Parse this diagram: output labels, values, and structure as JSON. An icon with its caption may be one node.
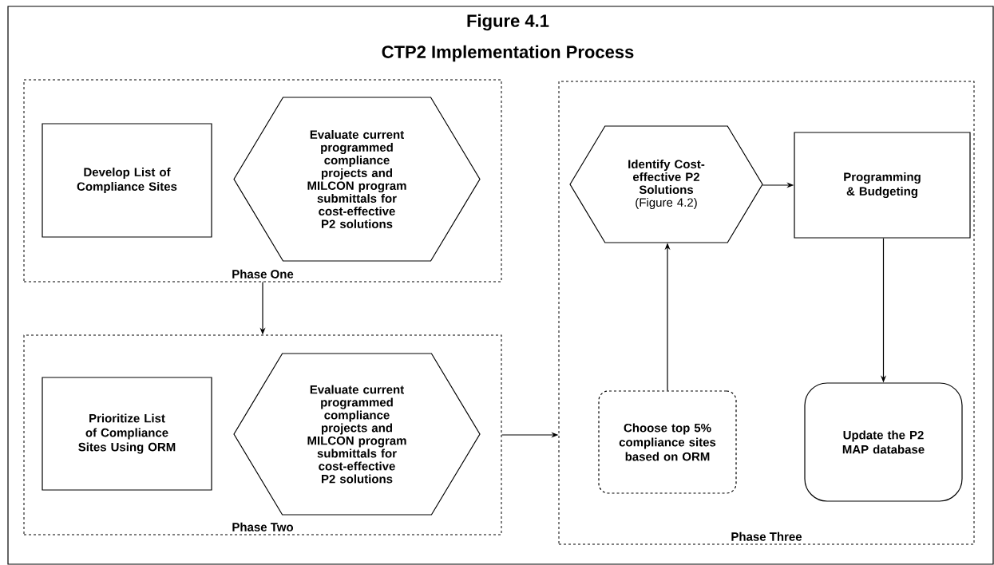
{
  "diagram": {
    "title": "Figure 4.1",
    "labels": [
      "CTP2 Implementation Process"
    ],
    "nodes": [
      {
        "text": [
          "Phase One"
        ]
      },
      {
        "text": [
          "Develop List of Compliance Sites"
        ],
        "in": 0
      },
      {
        "text": [
          "Evaluate current programmed compliance projects and MILCON program submittals for cost-effective P2 solutions"
        ],
        "in": 0
      },
      {
        "text": [
          "Phase Two"
        ]
      },
      {
        "text": [
          "Prioritize List of Compliance Sites Using ORM"
        ],
        "in": 3
      },
      {
        "text": [
          "Evaluate current programmed compliance projects and MILCON program submittals for cost-effective P2 solutions"
        ],
        "in": 3
      },
      {
        "text": [
          "Phase Three"
        ]
      },
      {
        "text": [
          "Identify Cost-effective P2 Solutions",
          "(Figure 4.2)"
        ],
        "in": 6
      },
      {
        "text": [
          "Programming & Budgeting"
        ],
        "in": 6
      },
      {
        "text": [
          "Choose top 5% compliance sites based on ORM"
        ],
        "in": 6
      },
      {
        "text": [
          "Update the P2 MAP database"
        ],
        "in": 6
      }
    ],
    "edges": [
      {
        "from": 0,
        "to": 3,
        "arrow": "to"
      },
      {
        "from": 3,
        "to": 6,
        "arrow": "to"
      },
      {
        "from": 9,
        "to": 7,
        "arrow": "to"
      },
      {
        "from": 7,
        "to": 8,
        "arrow": "to"
      },
      {
        "from": 8,
        "to": 10,
        "arrow": "to"
      }
    ]
  }
}
